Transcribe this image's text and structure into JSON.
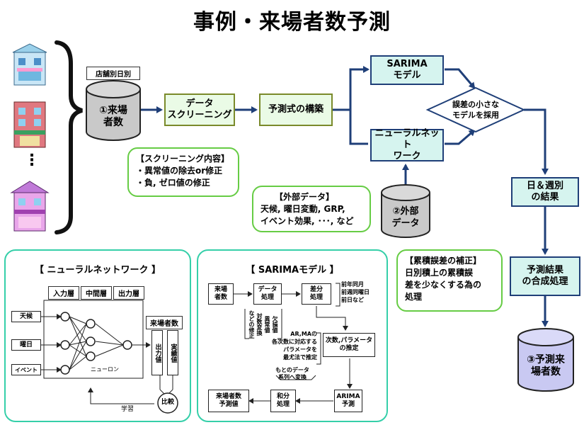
{
  "title": "事例・来場者数予測",
  "store_label": "店舗別日別",
  "cyl1": [
    "①来場",
    "者数"
  ],
  "screening": [
    "データ",
    "スクリーニング"
  ],
  "model_build": "予測式の構築",
  "sarima": [
    "SARIMA",
    "モデル"
  ],
  "neural": [
    "ニューラルネット",
    "ワーク"
  ],
  "adopt": [
    "誤差の小さな",
    "モデルを採用"
  ],
  "day_week": [
    "日＆週別",
    "の結果"
  ],
  "synthesis": [
    "予測結果",
    "の合成処理"
  ],
  "cyl3": [
    "③予測来",
    "場者数"
  ],
  "cyl2": [
    "②外部",
    "データ"
  ],
  "screening_callout": [
    "【スクリーニング内容】",
    "・異常値の除去or修正",
    "・負, ゼロ値の修正"
  ],
  "external_callout": [
    "【外部データ】",
    "天候, 曜日変動, GRP,",
    "イベント効果, ･･･, など"
  ],
  "cumulative_callout": [
    "【累積誤差の補正】",
    "日別積上の累積誤",
    "差を少なくする為の",
    "処理"
  ],
  "dots": "⋮",
  "nn_panel": {
    "title": "【 ニューラルネットワーク 】",
    "layers": [
      "入力層",
      "中間層",
      "出力層"
    ],
    "inputs": [
      "天候",
      "曜日",
      "イベント"
    ],
    "neuron": "ニューロン",
    "visitors": "来場者数",
    "output_val": "出力値",
    "actual_val": "実績値",
    "compare": "比較",
    "learn": "学習"
  },
  "sarima_panel": {
    "title": "【 SARIMAモデル 】",
    "visitors": [
      "来場",
      "者数"
    ],
    "data_proc": [
      "データ",
      "処理"
    ],
    "diff_proc": [
      "差分",
      "処理"
    ],
    "diff_note": [
      "前年同月",
      "前週同曜日",
      "前日など"
    ],
    "vertical_note": [
      "欠",
      "損",
      "値",
      "異",
      "常",
      "値",
      "対",
      "数",
      "変",
      "換",
      "など",
      "の",
      "修",
      "正"
    ],
    "vert_cols": [
      "欠損値",
      "異常値",
      "対数変換",
      "などの修正"
    ],
    "param_est": [
      "次数,パラメータ",
      "の推定"
    ],
    "arma_note": [
      "AR,MAの",
      "各次数に対応する",
      "パラメータを",
      "最尤法で推定"
    ],
    "orig_note": [
      "もとのデータ",
      "系列へ変換"
    ],
    "sum_proc": [
      "和分",
      "処理"
    ],
    "arima": [
      "ARIMA",
      "予測"
    ],
    "pred_val": [
      "来場者数",
      "予測値"
    ]
  },
  "colors": {
    "teal_fill": "#d6f4ef",
    "navy": "#1f3f78",
    "green_border": "#66cc44",
    "panel_border": "#35cfa9",
    "cyl_gray": "#c9c9c9",
    "cyl_purple": "#c9c9f2"
  }
}
